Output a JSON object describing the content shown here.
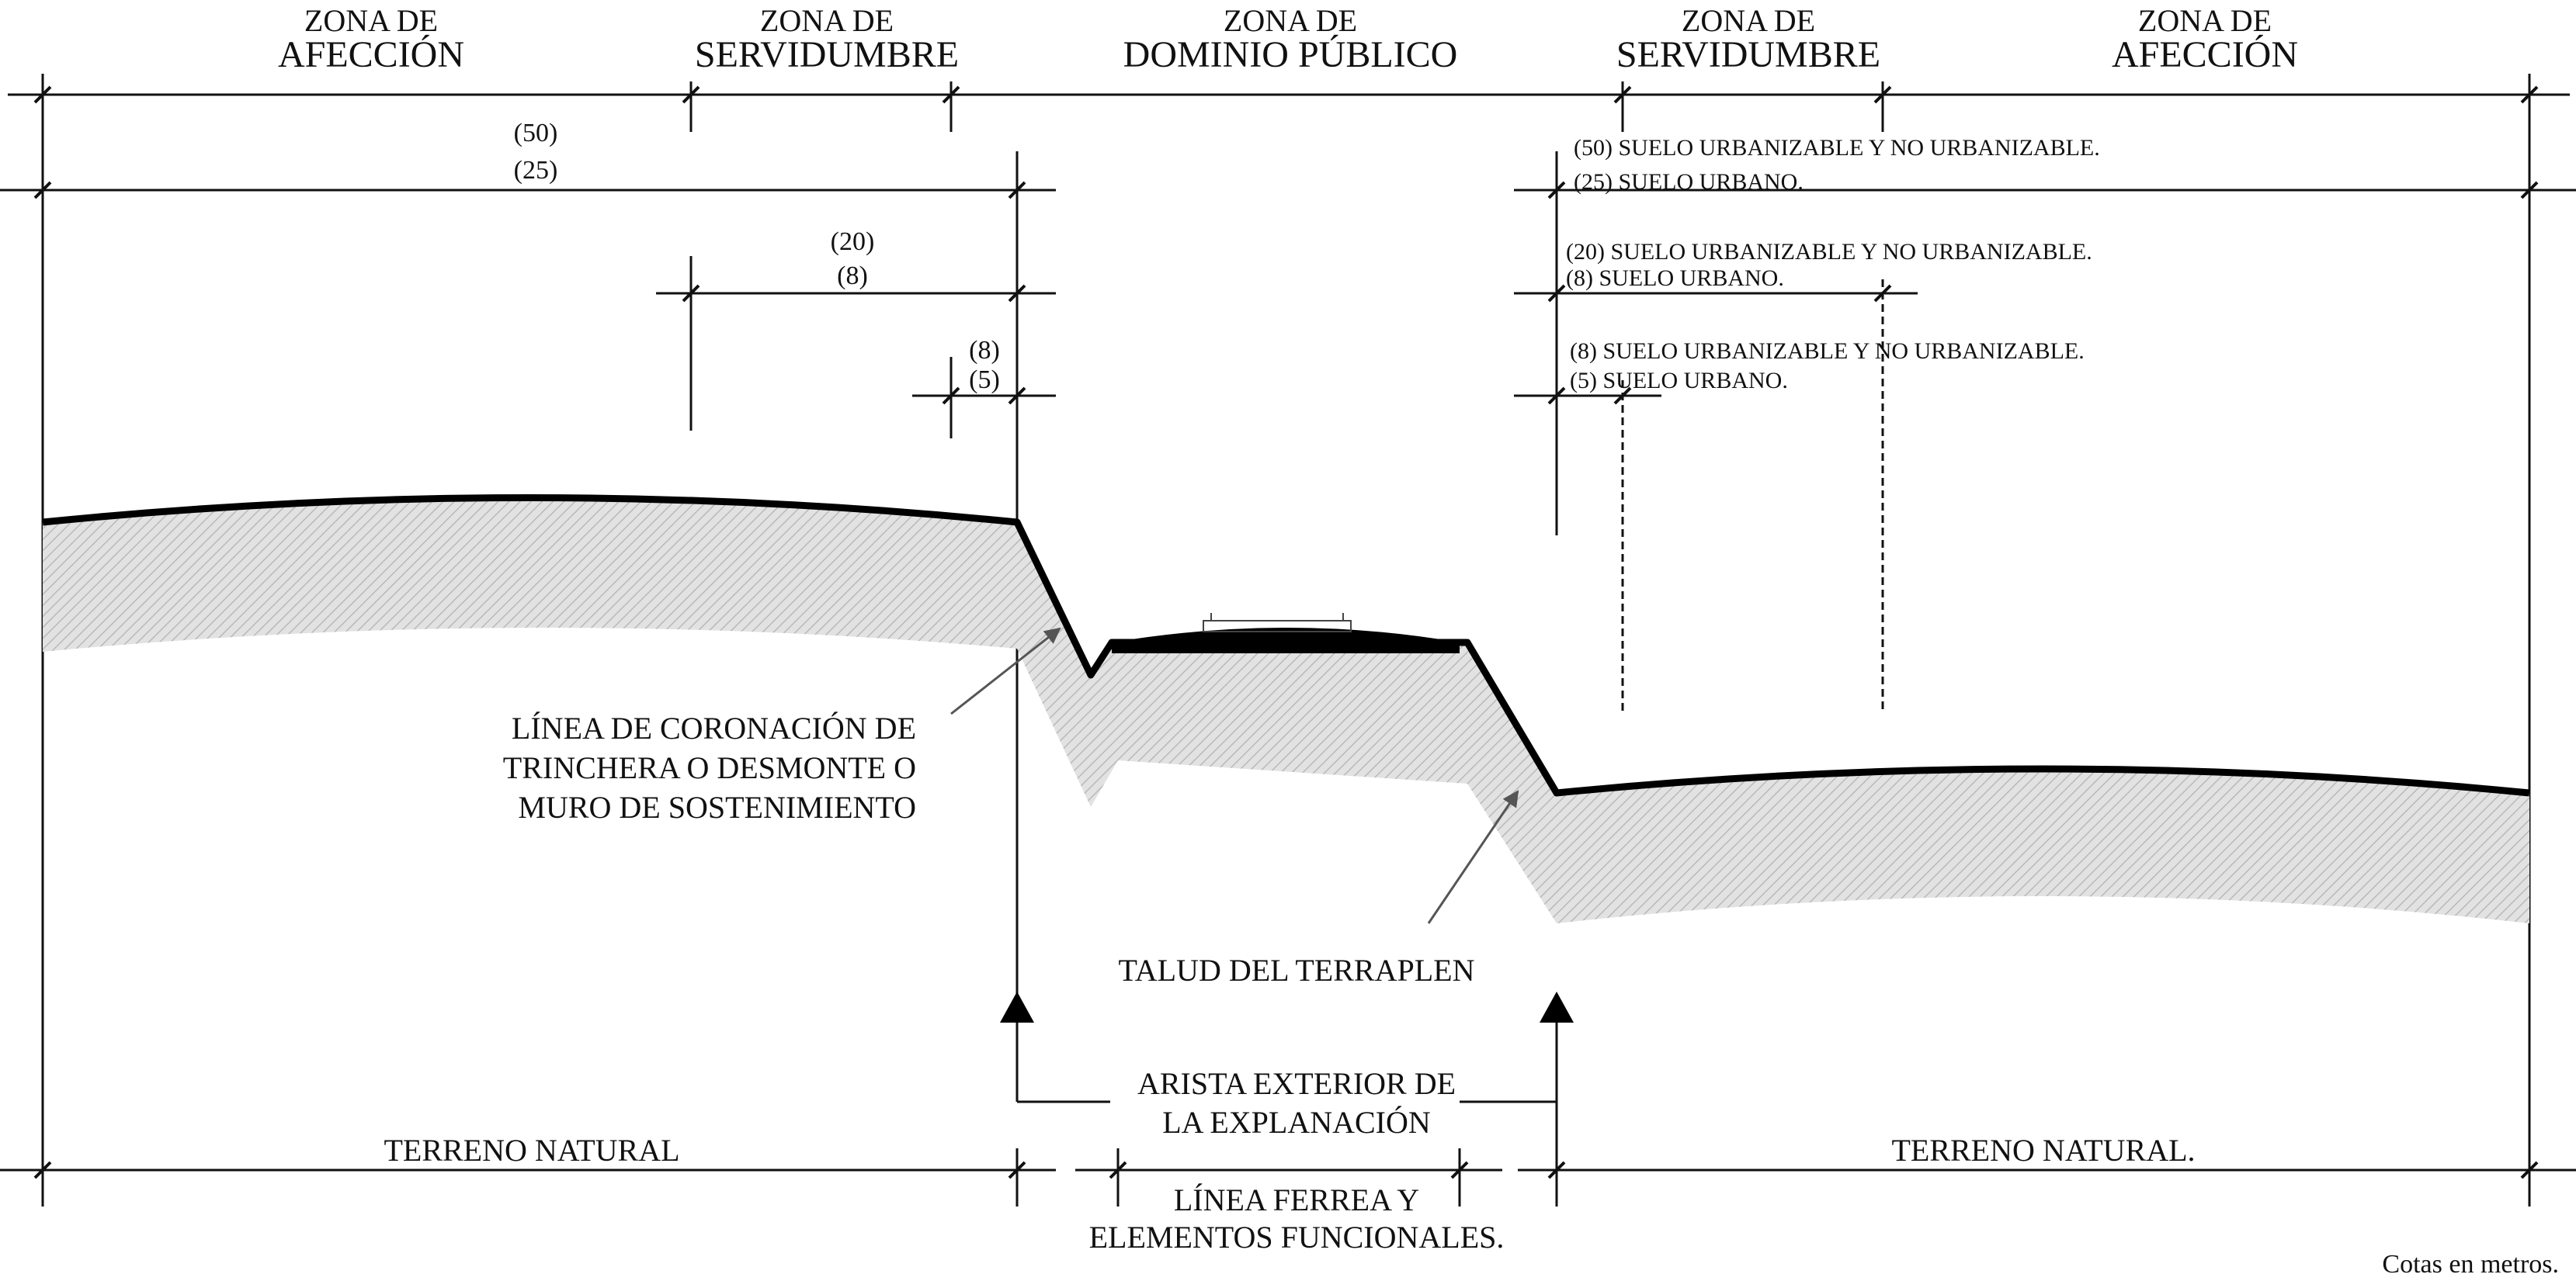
{
  "zones": [
    {
      "line1": "ZONA DE",
      "line2": "AFECCIÓN"
    },
    {
      "line1": "ZONA DE",
      "line2": "SERVIDUMBRE"
    },
    {
      "line1": "ZONA DE",
      "line2": "DOMINIO PÚBLICO"
    },
    {
      "line1": "ZONA DE",
      "line2": "SERVIDUMBRE"
    },
    {
      "line1": "ZONA DE",
      "line2": "AFECCIÓN"
    }
  ],
  "left_dims": {
    "d50": "(50)",
    "d25": "(25)",
    "d20": "(20)",
    "d8a": "(8)",
    "d8b": "(8)",
    "d5": "(5)"
  },
  "right_notes": {
    "n50": "(50) SUELO URBANIZABLE Y NO URBANIZABLE.",
    "n25": "(25) SUELO URBANO.",
    "n20": "(20) SUELO URBANIZABLE Y NO URBANIZABLE.",
    "n8a": "(8) SUELO URBANO.",
    "n8b": "(8) SUELO URBANIZABLE Y NO URBANIZABLE.",
    "n5": "(5) SUELO URBANO."
  },
  "callouts": {
    "coronacion": [
      "LÍNEA DE CORONACIÓN  DE",
      "TRINCHERA O DESMONTE O",
      "MURO  DE  SOSTENIMIENTO"
    ],
    "talud": "TALUD DEL TERRAPLEN",
    "arista": [
      "ARISTA EXTERIOR DE",
      "LA EXPLANACIÓN"
    ]
  },
  "bottom": {
    "terreno_left": "TERRENO NATURAL",
    "terreno_right": "TERRENO NATURAL.",
    "linea_ferrea": [
      "LÍNEA FERREA Y",
      "ELEMENTOS FUNCIONALES."
    ]
  },
  "footnote": "Cotas en metros."
}
